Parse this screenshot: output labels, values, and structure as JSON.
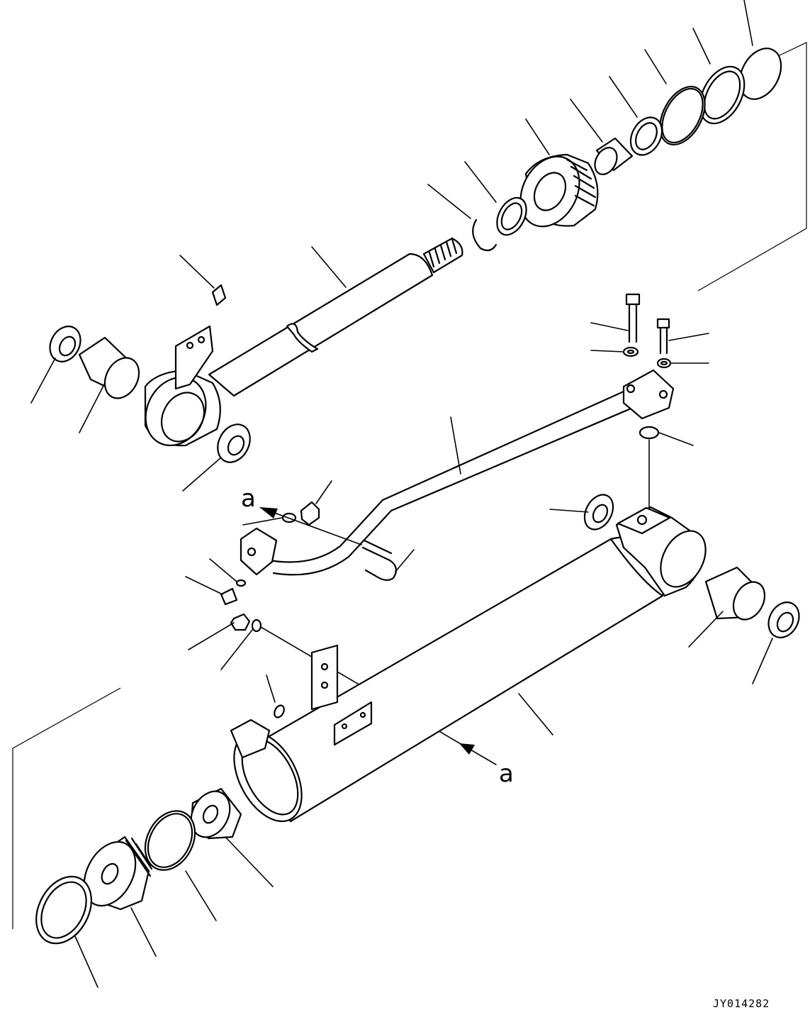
{
  "labels": {
    "view_marker_top": "a",
    "view_marker_bottom": "a"
  },
  "drawing_code": "JY014282"
}
